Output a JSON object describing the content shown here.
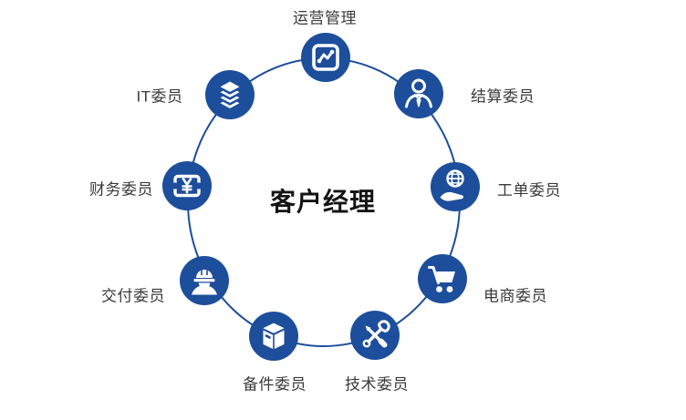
{
  "diagram": {
    "center_title": "客户经理",
    "colors": {
      "node_blue": "#1d4e9b",
      "ring_blue": "#1d4e9b",
      "label_text": "#3a3a3a",
      "title_text": "#141414",
      "background": "#ffffff"
    },
    "nodes": [
      {
        "label": "运营管理",
        "icon": "chart-line-icon",
        "position": "top"
      },
      {
        "label": "结算委员",
        "icon": "business-person-icon",
        "position": "top-right"
      },
      {
        "label": "工单委员",
        "icon": "globe-hand-icon",
        "position": "right"
      },
      {
        "label": "电商委员",
        "icon": "shopping-cart-icon",
        "position": "bottom-right"
      },
      {
        "label": "技术委员",
        "icon": "crossed-tools-icon",
        "position": "bottom"
      },
      {
        "label": "备件委员",
        "icon": "package-box-icon",
        "position": "bottom"
      },
      {
        "label": "交付委员",
        "icon": "construction-worker-icon",
        "position": "bottom-left"
      },
      {
        "label": "财务委员",
        "icon": "yuan-ticket-icon",
        "position": "left"
      },
      {
        "label": "IT委员",
        "icon": "stacked-layers-icon",
        "position": "top-left"
      }
    ]
  }
}
